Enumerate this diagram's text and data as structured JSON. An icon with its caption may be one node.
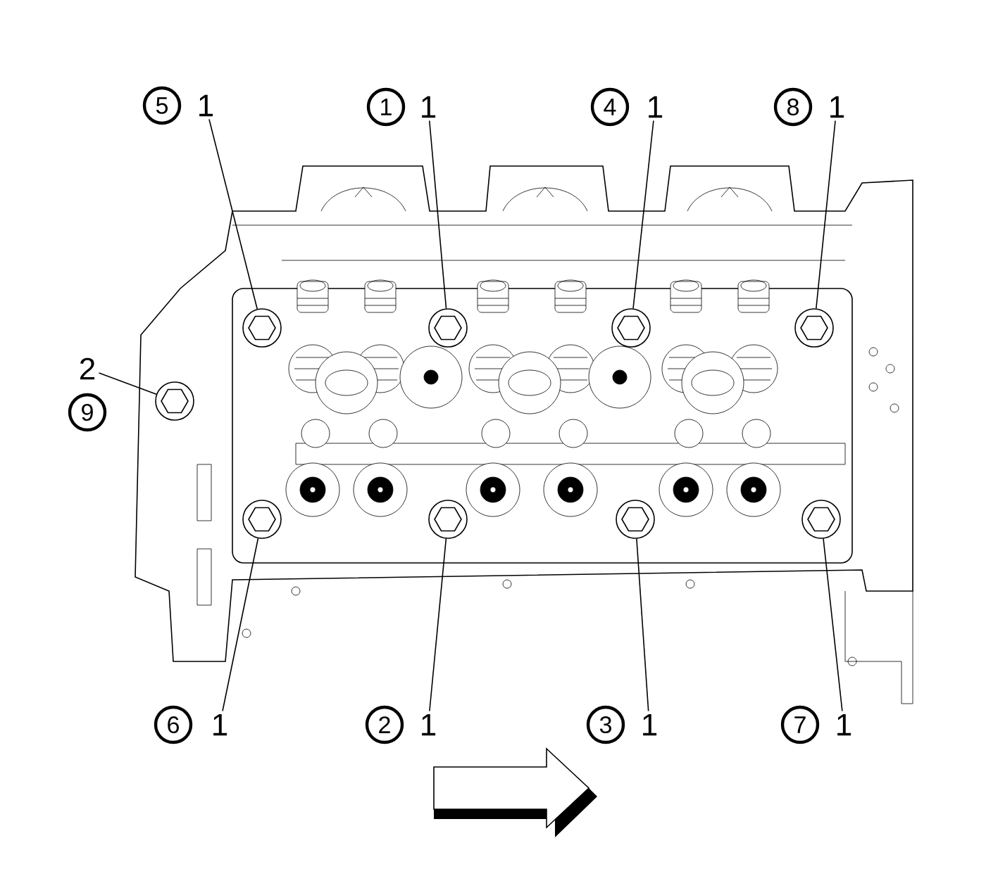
{
  "diagram": {
    "nodes": [
      {
        "text": [
          "5"
        ]
      },
      {
        "text": [
          "1"
        ]
      },
      {
        "text": [],
        "shape": "circle"
      },
      {
        "text": [
          "1"
        ]
      },
      {
        "text": [
          "1"
        ]
      },
      {
        "text": [],
        "shape": "circle"
      },
      {
        "text": [
          "4"
        ]
      },
      {
        "text": [
          "1"
        ]
      },
      {
        "text": [],
        "shape": "circle"
      },
      {
        "text": [
          "8"
        ]
      },
      {
        "text": [
          "1"
        ]
      },
      {
        "text": [],
        "shape": "circle"
      },
      {
        "text": [
          "9"
        ]
      },
      {
        "text": [
          "2"
        ]
      },
      {
        "text": [],
        "shape": "circle"
      },
      {
        "text": [
          "6"
        ]
      },
      {
        "text": [
          "1"
        ]
      },
      {
        "text": [],
        "shape": "circle"
      },
      {
        "text": [
          "2"
        ]
      },
      {
        "text": [
          "1"
        ]
      },
      {
        "text": [],
        "shape": "circle"
      },
      {
        "text": [
          "3"
        ]
      },
      {
        "text": [
          "1"
        ]
      },
      {
        "text": [],
        "shape": "circle"
      },
      {
        "text": [
          "7"
        ]
      },
      {
        "text": [
          "1"
        ]
      },
      {
        "text": [],
        "shape": "circle"
      }
    ],
    "edges": [
      {
        "from": 1,
        "to": 2,
        "arrow": "none"
      },
      {
        "from": 4,
        "to": 5,
        "arrow": "none"
      },
      {
        "from": 7,
        "to": 8,
        "arrow": "none"
      },
      {
        "from": 10,
        "to": 11,
        "arrow": "none"
      },
      {
        "from": 13,
        "to": 14,
        "arrow": "none"
      },
      {
        "from": 16,
        "to": 17,
        "arrow": "none"
      },
      {
        "from": 19,
        "to": 20,
        "arrow": "none"
      },
      {
        "from": 22,
        "to": 23,
        "arrow": "none"
      },
      {
        "from": 25,
        "to": 26,
        "arrow": "none"
      }
    ]
  }
}
